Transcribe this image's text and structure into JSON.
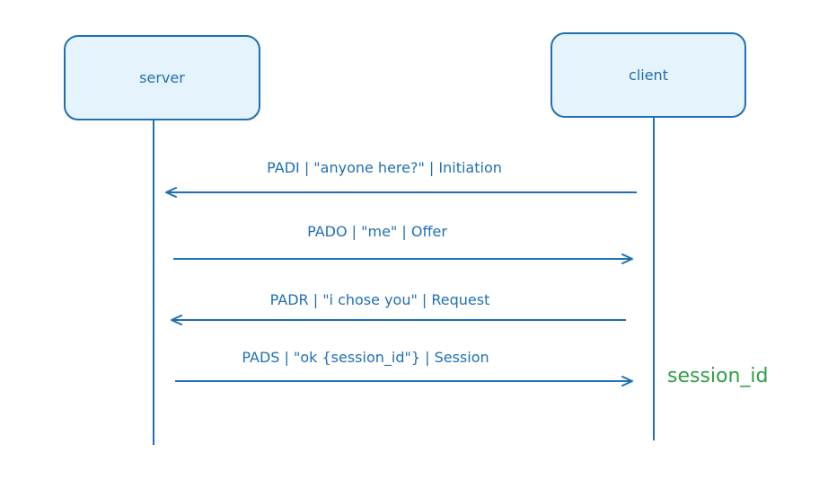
{
  "actors": [
    {
      "label": "server"
    },
    {
      "label": "client"
    }
  ],
  "messages": [
    {
      "label": "PADI | \"anyone here?\" | Initiation",
      "from": "client",
      "to": "server"
    },
    {
      "label": "PADO | \"me\" | Offer",
      "from": "server",
      "to": "client"
    },
    {
      "label": "PADR | \"i chose you\" | Request",
      "from": "client",
      "to": "server"
    },
    {
      "label": "PADS | \"ok {session_id\"} | Session",
      "from": "server",
      "to": "client"
    }
  ],
  "note": {
    "label": "session_id"
  },
  "colors": {
    "primary": "#1f6fb5",
    "box_fill": "#e5f3fc",
    "note": "#2f9e44"
  }
}
